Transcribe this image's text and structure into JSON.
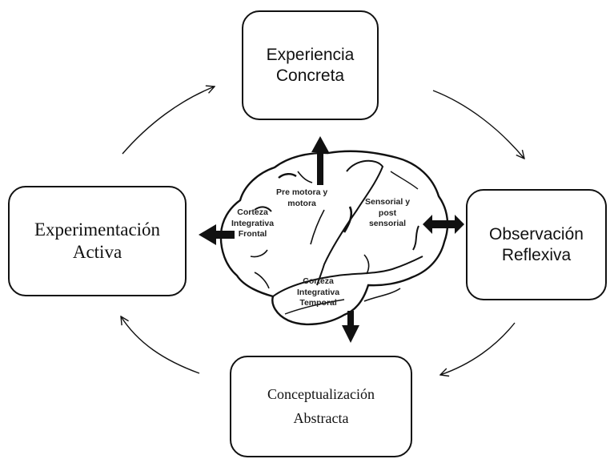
{
  "stages": {
    "top": [
      "Experiencia",
      "Concreta"
    ],
    "right": [
      "Observación",
      "Reflexiva"
    ],
    "bottom": [
      "Conceptualización",
      "Abstracta"
    ],
    "left": [
      "Experimentación",
      "Activa"
    ]
  },
  "brain_regions": {
    "premotor": [
      "Pre motora y",
      "motora"
    ],
    "frontal": [
      "Corteza",
      "Integrativa",
      "Frontal"
    ],
    "sensorial": [
      "Sensorial y",
      "post",
      "sensorial"
    ],
    "temporal": [
      "Corteza",
      "Integrativa",
      "Temporal"
    ]
  },
  "colors": {
    "line": "#111111",
    "brain_fill": "#ffffff"
  }
}
